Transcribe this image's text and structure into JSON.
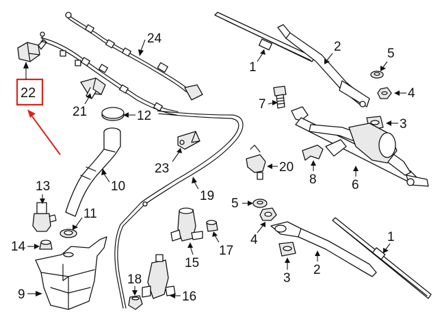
{
  "diagram": {
    "callouts": [
      {
        "id": "c22",
        "label": "22"
      },
      {
        "id": "c24",
        "label": "24"
      },
      {
        "id": "c21",
        "label": "21"
      },
      {
        "id": "c12",
        "label": "12"
      },
      {
        "id": "c10",
        "label": "10"
      },
      {
        "id": "c13",
        "label": "13"
      },
      {
        "id": "c11",
        "label": "11"
      },
      {
        "id": "c14",
        "label": "14"
      },
      {
        "id": "c9",
        "label": "9"
      },
      {
        "id": "c23",
        "label": "23"
      },
      {
        "id": "c19",
        "label": "19"
      },
      {
        "id": "c15",
        "label": "15"
      },
      {
        "id": "c17",
        "label": "17"
      },
      {
        "id": "c18",
        "label": "18"
      },
      {
        "id": "c16",
        "label": "16"
      },
      {
        "id": "c1a",
        "label": "1"
      },
      {
        "id": "c2a",
        "label": "2"
      },
      {
        "id": "c5a",
        "label": "5"
      },
      {
        "id": "c4a",
        "label": "4"
      },
      {
        "id": "c7",
        "label": "7"
      },
      {
        "id": "c3a",
        "label": "3"
      },
      {
        "id": "c8",
        "label": "8"
      },
      {
        "id": "c20",
        "label": "20"
      },
      {
        "id": "c6",
        "label": "6"
      },
      {
        "id": "c5b",
        "label": "5"
      },
      {
        "id": "c4b",
        "label": "4"
      },
      {
        "id": "c3b",
        "label": "3"
      },
      {
        "id": "c2b",
        "label": "2"
      },
      {
        "id": "c1b",
        "label": "1"
      }
    ],
    "highlight": {
      "callout": "22",
      "color": "#e0201b"
    }
  }
}
